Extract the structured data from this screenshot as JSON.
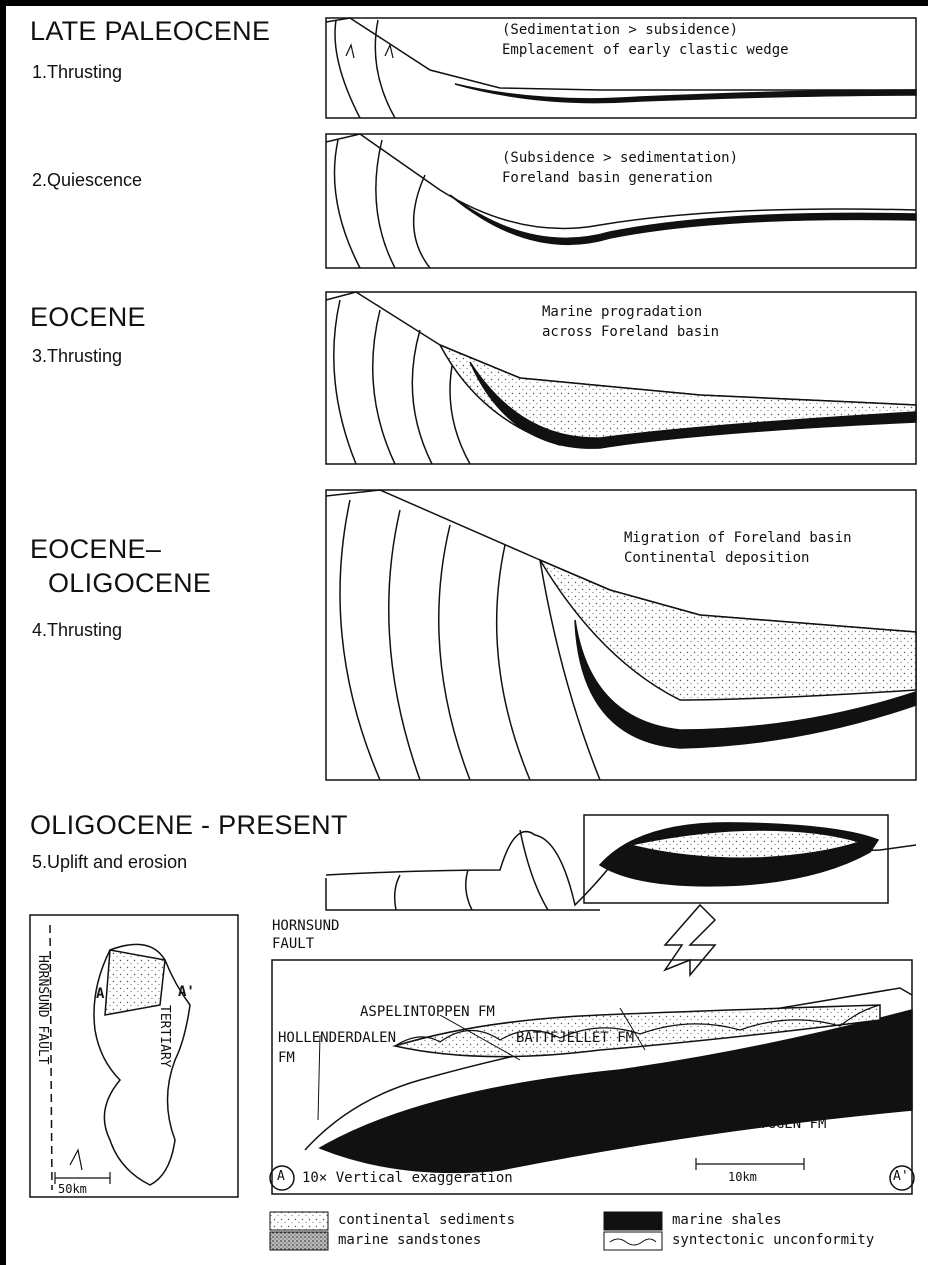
{
  "stages": [
    {
      "era": "LATE PALEOCENE",
      "step": "1.Thrusting",
      "note_lines": [
        "(Sedimentation > subsidence)",
        "Emplacement of early clastic wedge"
      ]
    },
    {
      "era": "",
      "step": "2.Quiescence",
      "note_lines": [
        "(Subsidence > sedimentation)",
        "Foreland basin generation"
      ]
    },
    {
      "era": "EOCENE",
      "step": "3.Thrusting",
      "note_lines": [
        "Marine progradation",
        "across Foreland basin"
      ]
    },
    {
      "era_lines": [
        "EOCENE–",
        "OLIGOCENE"
      ],
      "step": "4.Thrusting",
      "note_lines": [
        "Migration of Foreland basin",
        "Continental deposition"
      ]
    },
    {
      "era": "OLIGOCENE - PRESENT",
      "step": "5.Uplift and erosion",
      "note_lines": []
    }
  ],
  "map": {
    "fault_label": "HORNSUND FAULT",
    "region_label": "TERTIARY",
    "point_a": "A",
    "point_a_prime": "A'",
    "scale": "50km"
  },
  "detail": {
    "fault_label_lines": [
      "HORNSUND",
      "FAULT"
    ],
    "formations": {
      "aspelintoppen": "ASPELINTOPPEN FM",
      "hollenderdalen_lines": [
        "HOLLENDERDALEN",
        "FM"
      ],
      "battfjellet": "BATTFJELLET FM",
      "gilsonryggen": "GILSONRYGGEN FM"
    },
    "exaggeration": "10× Vertical exaggeration",
    "scale": "10km",
    "end_a": "A",
    "end_a_prime": "A'"
  },
  "legend": [
    {
      "pattern": "continental",
      "label": "continental sediments"
    },
    {
      "pattern": "sandstone",
      "label": "marine sandstones"
    },
    {
      "pattern": "shale",
      "label": "marine shales"
    },
    {
      "pattern": "unconformity",
      "label": "syntectonic unconformity"
    }
  ],
  "colors": {
    "ink": "#111111",
    "paper": "#ffffff",
    "sand": "#777777"
  }
}
